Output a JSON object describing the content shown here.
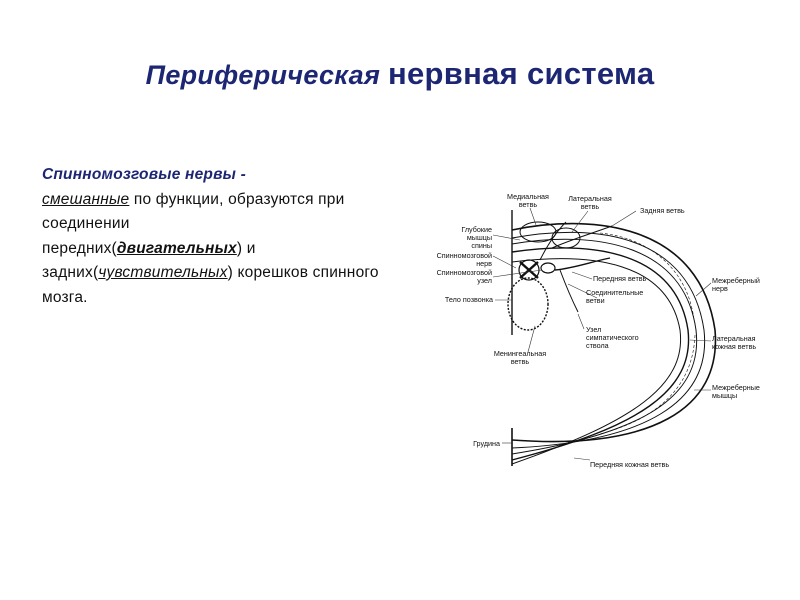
{
  "title": {
    "part1": "Периферическая",
    "part2": "нервная система"
  },
  "text": {
    "lead": "Спинномозговые нервы -",
    "mixed": "смешанные",
    "after_mixed": " по функции, образуются при соединении",
    "anterior": "передних(",
    "motor": "двигательных",
    "and_posterior": ") и задних(",
    "sensory": "чувствительных",
    "roots": ") корешков спинного мозга."
  },
  "figure": {
    "medial_branch": [
      "Медиальная",
      "ветвь"
    ],
    "lateral_branch": [
      "Латеральная",
      "ветвь"
    ],
    "posterior_branch": "Задняя ветвь",
    "deep_back_muscles": [
      "Глубокие",
      "мышцы",
      "спины"
    ],
    "spinal_nerve": [
      "Спинномозговой",
      "нерв"
    ],
    "spinal_ganglion": [
      "Спинномозговой",
      "узел"
    ],
    "anterior_branch": "Передняя ветвь",
    "communicating_branches": [
      "Соединительные",
      "ветви"
    ],
    "vertebral_body": "Тело позвонка",
    "sympathetic_ganglion": [
      "Узел",
      "симпатического",
      "ствола"
    ],
    "meningeal_branch": [
      "Менингеальная",
      "ветвь"
    ],
    "intercostal_nerve": [
      "Межреберный",
      "нерв"
    ],
    "lateral_cutaneous_branch": [
      "Латеральная",
      "кожная ветвь"
    ],
    "intercostal_muscles": [
      "Межреберные",
      "мышцы"
    ],
    "sternum": "Грудина",
    "anterior_cutaneous_branch": "Передняя кожная ветвь"
  }
}
